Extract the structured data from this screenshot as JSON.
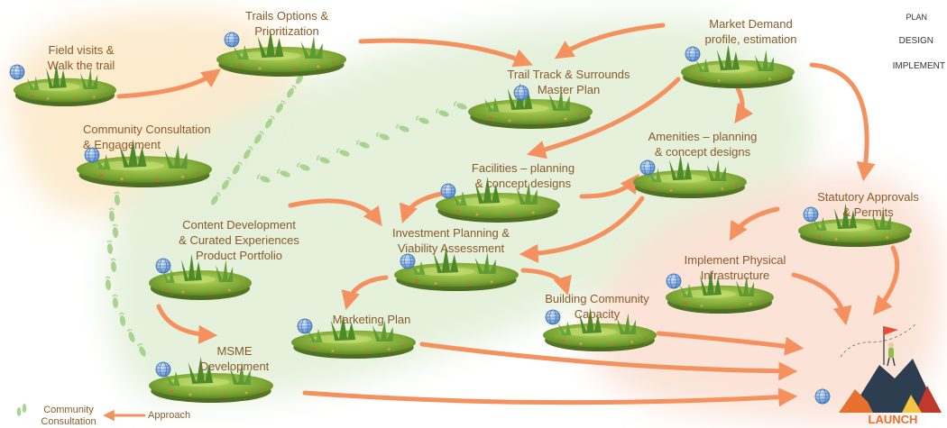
{
  "legend": {
    "plan": "PLAN",
    "design": "DESIGN",
    "implement": "IMPLEMENT"
  },
  "nodes": {
    "field_visits": "Field visits  &\nWalk the trail",
    "trails_options": "Trails Options &\nPrioritization",
    "community_consultation": "Community Consultation\n& Engagement",
    "trail_master_plan": "Trail Track & Surrounds\nMaster Plan",
    "market_demand": "Market Demand\nprofile, estimation",
    "amenities": "Amenities – planning\n& concept designs",
    "facilities": "Facilities – planning\n& concept designs",
    "statutory": "Statutory Approvals\n& Permits",
    "content_development": "Content Development\n& Curated Experiences\nProduct Portfolio",
    "investment": "Investment Planning &\nViability Assessment",
    "implement_infra": "Implement Physical\nInfrastructure",
    "building_community": "Building Community\nCapacity",
    "marketing": "Marketing Plan",
    "msme": "MSME\nDevelopment",
    "launch": "LAUNCH"
  },
  "footer": {
    "community_consultation": "Community\nConsultation",
    "approach": "Approach"
  },
  "colors": {
    "arrow": "#f4915e",
    "footprint": "#a8d48f",
    "label": "#8a5a2b",
    "plan_zone": "#fbe7c4",
    "design_zone": "#e4f0d9",
    "implement_zone": "#fbe0d3",
    "launch": "#e8702f"
  },
  "icons": [
    "globe-icon",
    "grass-island-icon",
    "footprint-icon",
    "flag-climber-icon"
  ]
}
